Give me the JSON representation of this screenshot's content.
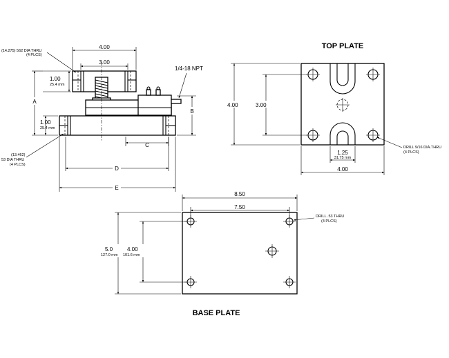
{
  "titles": {
    "top_plate": "TOP PLATE",
    "base_plate": "BASE PLATE"
  },
  "side_view": {
    "top_hole_note": [
      "(14.275) 562 DIA THRU",
      "(4 PLCS)"
    ],
    "dim_top_width": "4.00",
    "dim_top_inner": "3.00",
    "npt_note": "1/4-18 NPT",
    "top_thickness": "1.00",
    "top_thickness_mm": "25.4 mm",
    "base_thickness": "1.00",
    "base_thickness_mm": "25.4 mm",
    "bottom_hole_note": [
      "(13.462)",
      "53 DIA THRU",
      "(4 PLCS)"
    ],
    "label_a": "A",
    "label_b": "B",
    "label_c": "C",
    "label_d": "D",
    "label_e": "E"
  },
  "top_plate": {
    "dim_height": "4.00",
    "dim_inner": "3.00",
    "dim_width": "4.00",
    "dim_slot": "1.25",
    "dim_slot_mm": "31.75 mm",
    "drill_note": [
      "DRILL 9/16 DIA.THRU",
      "(4 PLCS)"
    ]
  },
  "base_plate": {
    "dim_width": "8.50",
    "dim_inner_width": "7.50",
    "dim_height": "5.0",
    "dim_height_mm": "127.0 mm",
    "dim_inner_height": "4.00",
    "dim_inner_height_mm": "101.6 mm",
    "drill_note": [
      "DRILL .53 THRU",
      "(4 PLCS)"
    ]
  }
}
